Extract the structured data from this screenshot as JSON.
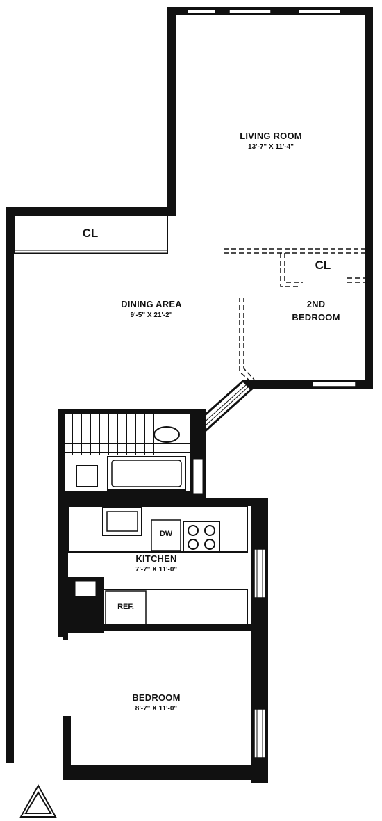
{
  "rooms": {
    "living_room": {
      "name": "LIVING ROOM",
      "dims": "13'-7\" X 11'-4\""
    },
    "dining_area": {
      "name": "DINING AREA",
      "dims": "9'-5\" X 21'-2\""
    },
    "second_bedroom": {
      "name_line1": "2ND",
      "name_line2": "BEDROOM"
    },
    "kitchen": {
      "name": "KITCHEN",
      "dims": "7'-7\" X 11'-0\""
    },
    "bedroom": {
      "name": "BEDROOM",
      "dims": "8'-7\" X 11'-0\""
    }
  },
  "closets": {
    "hall_closet": "CL",
    "bedroom_closet": "CL"
  },
  "fixtures": {
    "dishwasher": "DW",
    "refrigerator": "REF."
  },
  "compass_icon": "north-arrow-triangle-icon",
  "colors": {
    "wall": "#111111",
    "background": "#ffffff"
  }
}
